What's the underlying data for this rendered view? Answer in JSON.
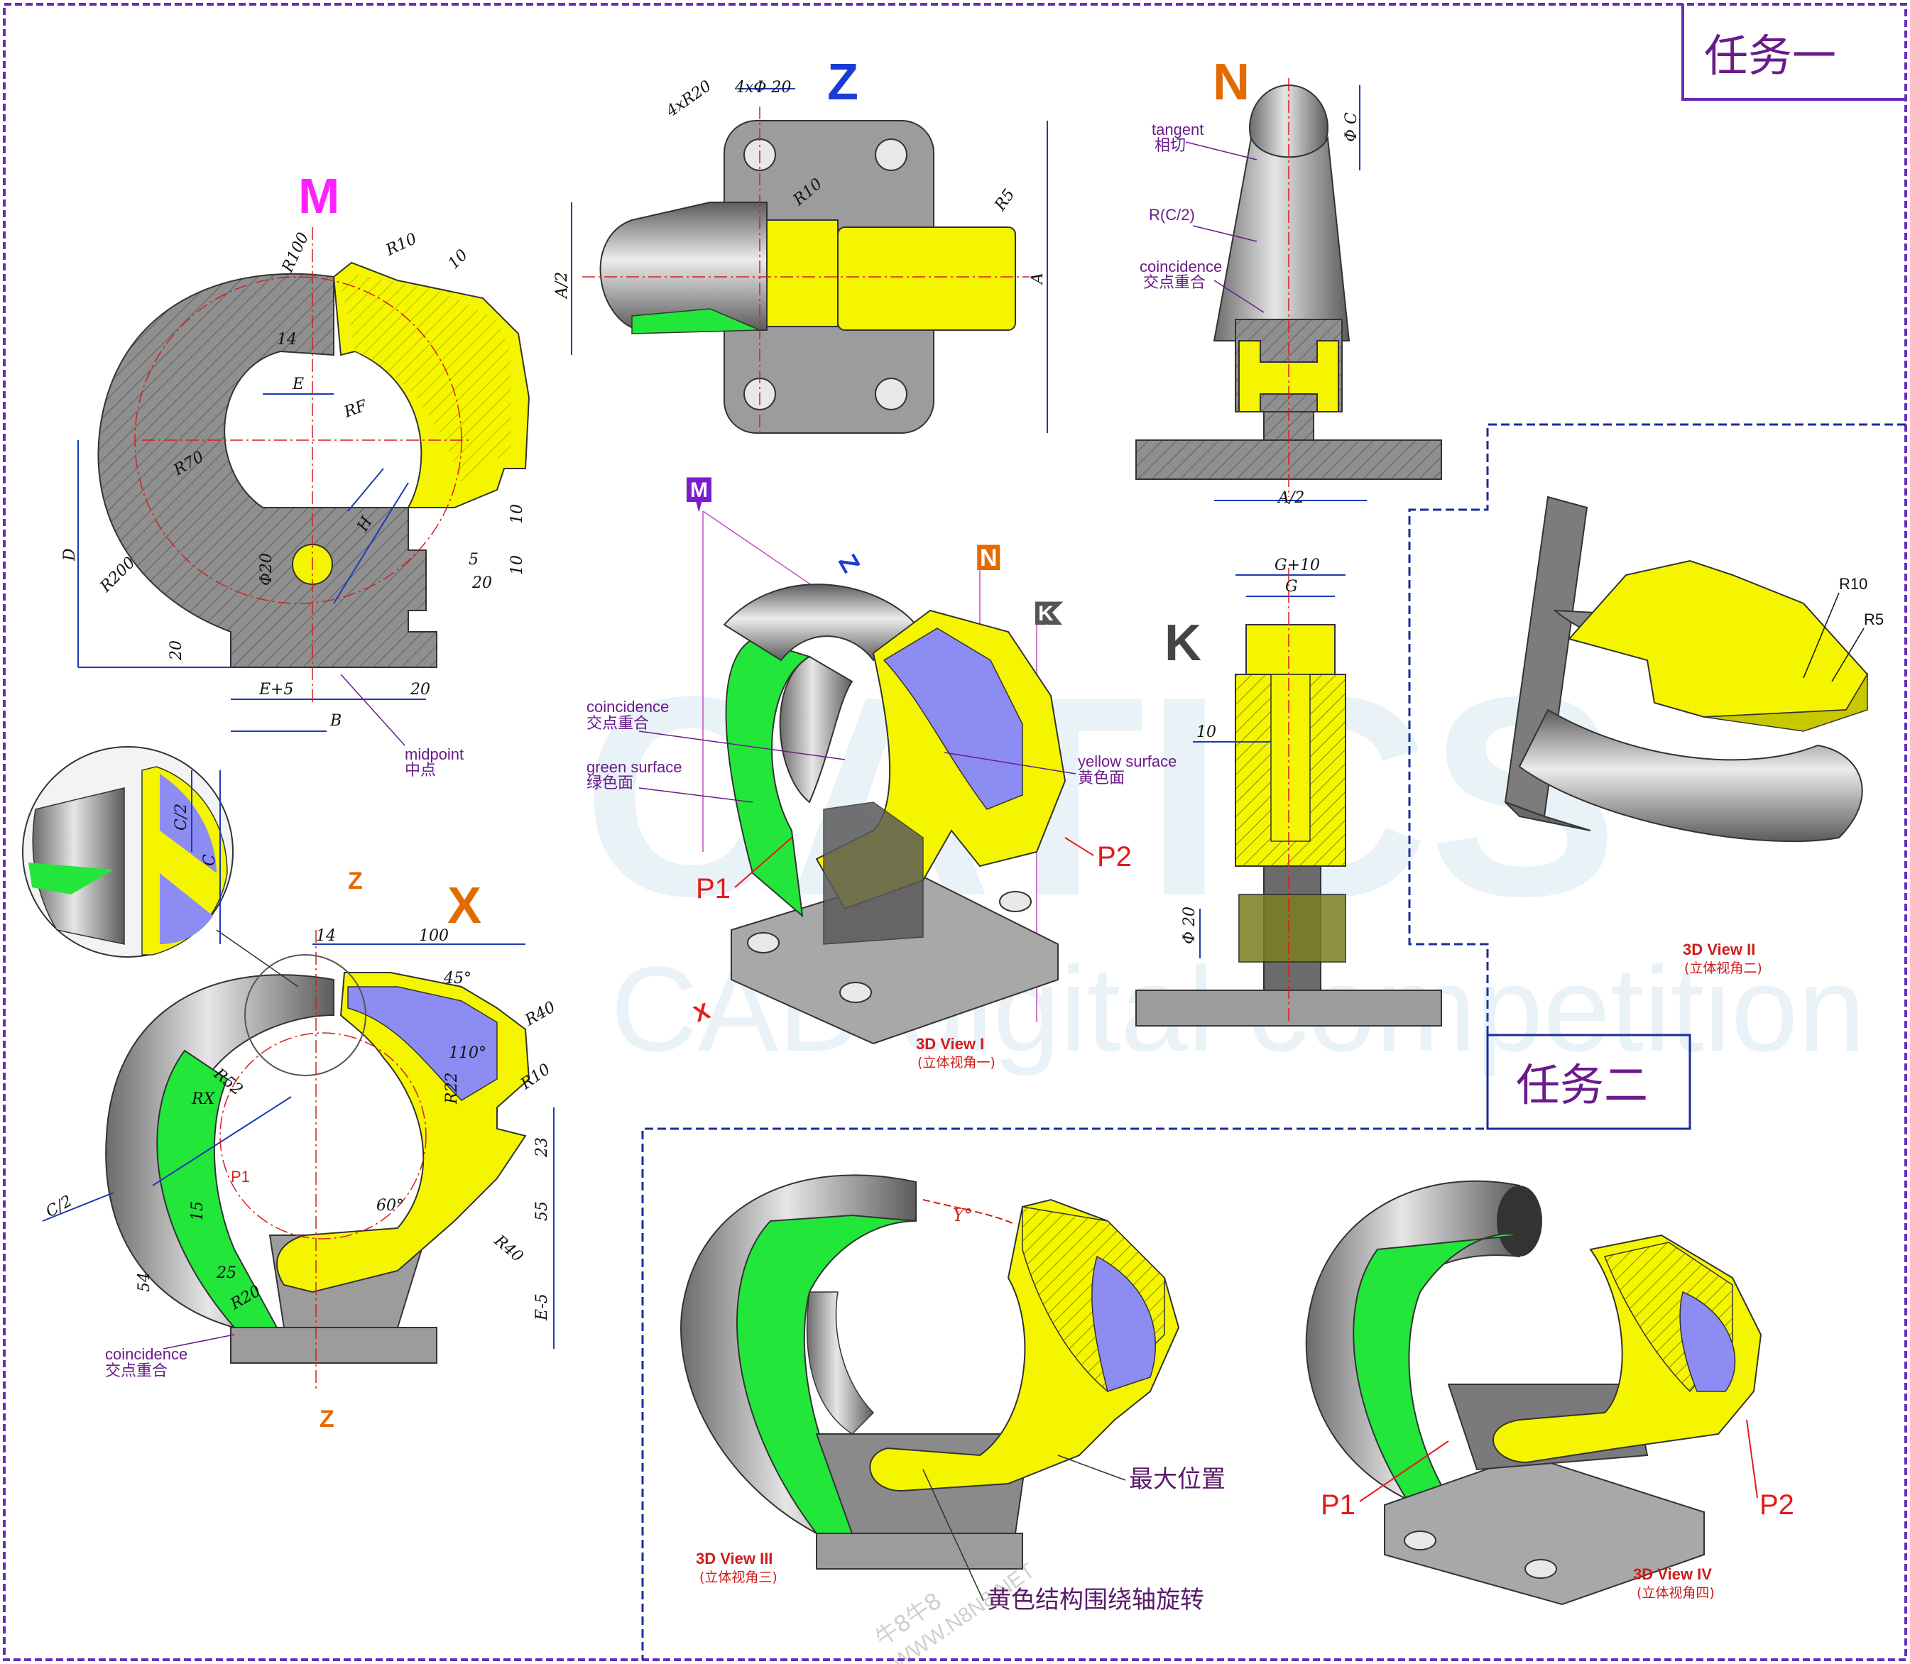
{
  "tasks": {
    "task1": "任务一",
    "task2": "任务二"
  },
  "views": {
    "M": "M",
    "Z": "Z",
    "N": "N",
    "K": "K",
    "X": "X",
    "zmark": "Z",
    "view1": "3D View I",
    "view1_cn": "(立体视角一)",
    "view2": "3D View II",
    "view2_cn": "(立体视角二)",
    "view3": "3D View III",
    "view3_cn": "(立体视角三)",
    "view4": "3D View IV",
    "view4_cn": "(立体视角四)"
  },
  "dims_m": {
    "r100": "R100",
    "r10": "R10",
    "d10": "10",
    "d14": "14",
    "e": "E",
    "rf": "RF",
    "r70": "R70",
    "d": "D",
    "h": "H",
    "phi20": "Φ20",
    "d5": "5",
    "d20a": "20",
    "d10b": "10",
    "d10c": "10",
    "r200": "R200",
    "d20b": "20",
    "e5": "E+5",
    "b": "B",
    "d20c": "20"
  },
  "dims_z": {
    "holes": "4xΦ 20",
    "r20": "4xR20",
    "r10": "R10",
    "r5": "R5",
    "a2": "A/2",
    "a": "A"
  },
  "dims_n": {
    "phic": "Φ C",
    "a2": "A/2"
  },
  "dims_k": {
    "g10": "G+10",
    "g": "G",
    "d10": "10",
    "phi20": "Φ 20"
  },
  "dims_x": {
    "d14": "14",
    "d100": "100",
    "a45": "45°",
    "r40a": "R40",
    "r52": "R52",
    "a110": "110°",
    "rx": "RX",
    "r22": "R22",
    "r10": "R10",
    "d23": "23",
    "a60": "60°",
    "c2": "C/2",
    "d15": "15",
    "d55": "55",
    "r40b": "R40",
    "d25": "25",
    "d54": "54",
    "r20": "R20",
    "e5": "E-5",
    "c2b": "C/2",
    "c": "C"
  },
  "callouts": {
    "midpoint": "midpoint",
    "midpoint_cn": "中点",
    "tangent": "tangent",
    "tangent_cn": "相切",
    "rc2": "R(C/2)",
    "coin_n": "coincidence",
    "coin_n_cn": "交点重合",
    "coin_3d": "coincidence",
    "coin_3d_cn": "交点重合",
    "green": "green surface",
    "green_cn": "绿色面",
    "yellow": "yellow surface",
    "yellow_cn": "黄色面",
    "coin_x": "coincidence",
    "coin_x_cn": "交点重合",
    "p1a": "P1",
    "p2a": "P2",
    "p1x": "P1",
    "p1b": "P1",
    "p2b": "P2",
    "r10v2": "R10",
    "r5v2": "R5",
    "max_pos": "最大位置",
    "rotate": "黄色结构围绕轴旋转",
    "y": "Y°"
  },
  "watermark": {
    "big": "CATICS",
    "sub": "CAD digital competition",
    "site": "WWW.N8N8.NET",
    "site_cn": "牛8牛8"
  },
  "colors": {
    "yellow": "#f5f500",
    "green": "#22e63a",
    "violet": "#8c8cf2",
    "gray": "#9a9a9a",
    "border": "#6a2bb8",
    "blue": "#1b3bb4"
  }
}
